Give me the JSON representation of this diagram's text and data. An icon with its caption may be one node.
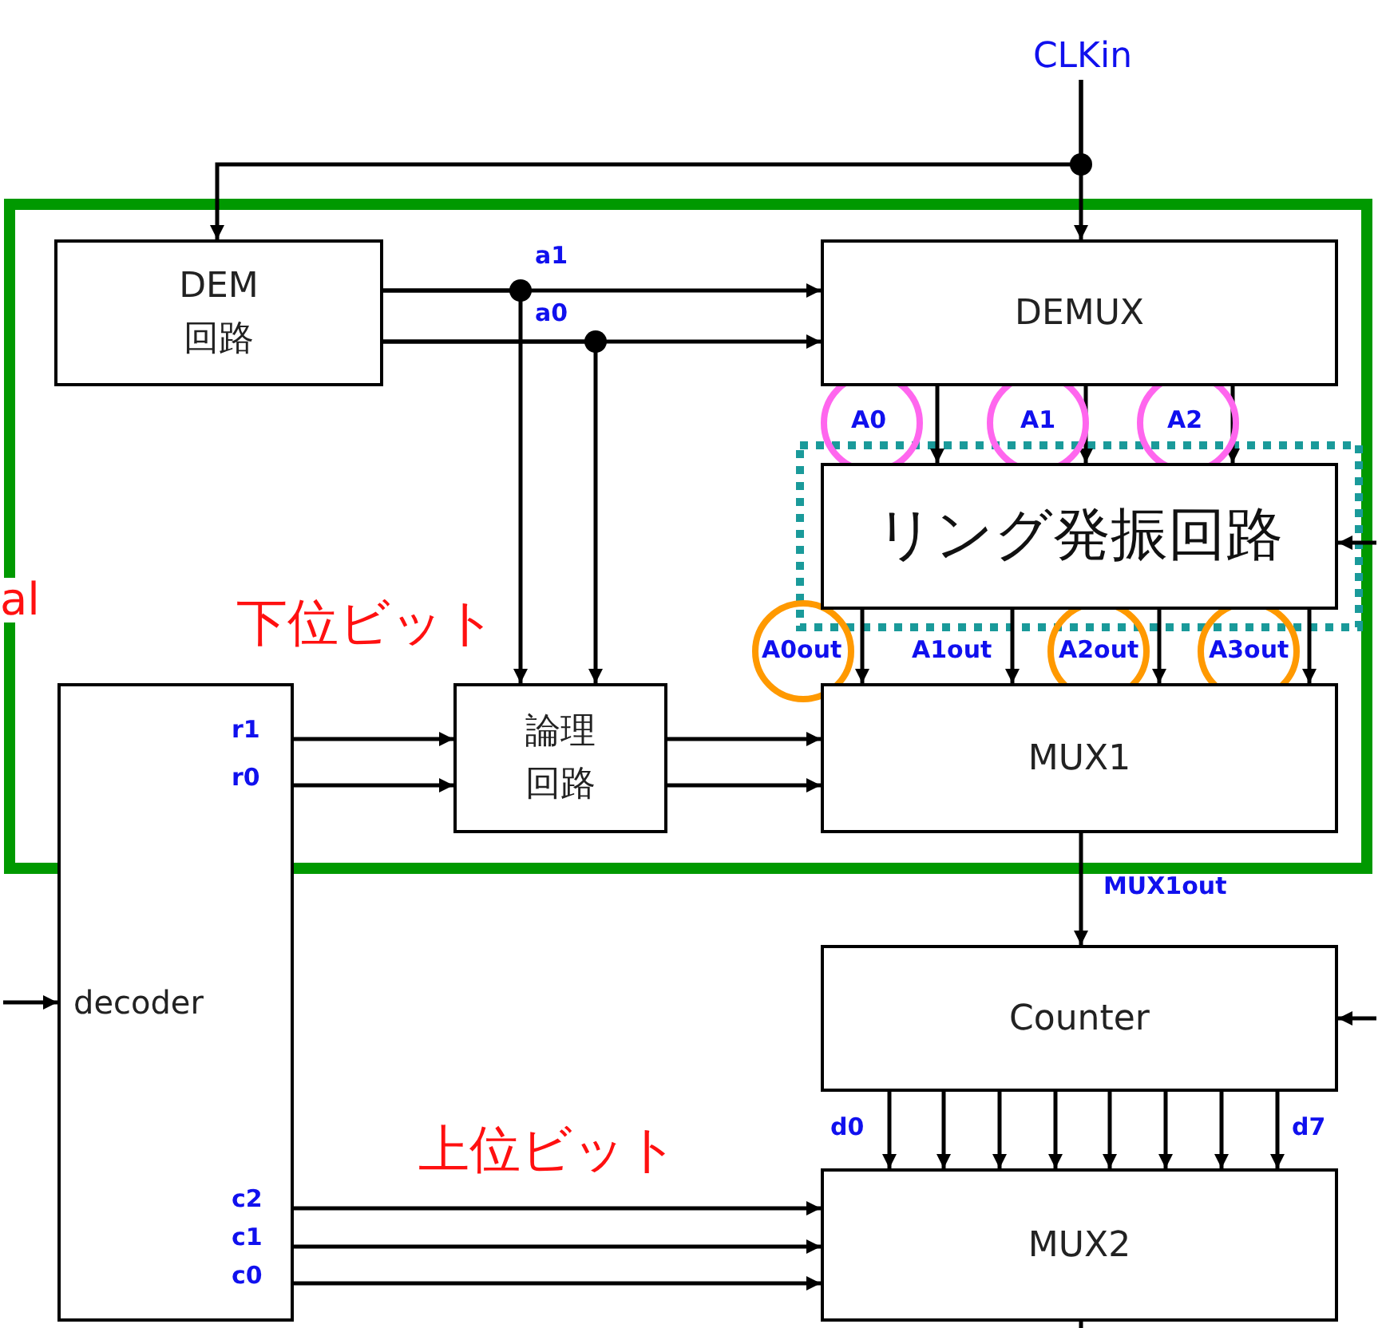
{
  "diagram": {
    "nodes": [
      {
        "text": [
          "DEM 回路"
        ]
      },
      {
        "text": [
          "DEMUX"
        ]
      },
      {
        "text": [
          "リング発振回路"
        ]
      },
      {
        "text": [
          "論理回路"
        ]
      },
      {
        "text": [
          "MUX1"
        ]
      },
      {
        "text": [
          "decoder"
        ]
      },
      {
        "text": [
          "Counter"
        ]
      },
      {
        "text": [
          "MUX2"
        ]
      },
      {
        "text": [
          "CLKin"
        ]
      }
    ],
    "edges": [
      {
        "from": 8,
        "to": 1,
        "arrow": "to"
      },
      {
        "from": 8,
        "to": 0,
        "arrow": "to"
      },
      {
        "from": 0,
        "to": 1,
        "arrow": "to",
        "label": "a1"
      },
      {
        "from": 0,
        "to": 1,
        "arrow": "to",
        "label": "a0"
      },
      {
        "from": 0,
        "to": 3,
        "arrow": "to"
      },
      {
        "from": 0,
        "to": 3,
        "arrow": "to"
      },
      {
        "from": 5,
        "to": 3,
        "arrow": "to",
        "label": "r1"
      },
      {
        "from": 5,
        "to": 3,
        "arrow": "to",
        "label": "r0"
      },
      {
        "from": 3,
        "to": 4,
        "arrow": "to"
      },
      {
        "from": 3,
        "to": 4,
        "arrow": "to"
      },
      {
        "from": 1,
        "to": 2,
        "arrow": "to",
        "label": "A0"
      },
      {
        "from": 1,
        "to": 2,
        "arrow": "to",
        "label": "A1"
      },
      {
        "from": 1,
        "to": 2,
        "arrow": "to",
        "label": "A2"
      },
      {
        "from": 2,
        "to": 4,
        "arrow": "to",
        "label": "A0out"
      },
      {
        "from": 2,
        "to": 4,
        "arrow": "to",
        "label": "A1out"
      },
      {
        "from": 2,
        "to": 4,
        "arrow": "to",
        "label": "A2out"
      },
      {
        "from": 2,
        "to": 4,
        "arrow": "to",
        "label": "A3out"
      },
      {
        "from": 4,
        "to": 6,
        "arrow": "to",
        "label": "MUX1out"
      },
      {
        "from": 6,
        "to": 7,
        "arrow": "to",
        "label": "d0"
      },
      {
        "from": 6,
        "to": 7,
        "arrow": "to"
      },
      {
        "from": 6,
        "to": 7,
        "arrow": "to"
      },
      {
        "from": 6,
        "to": 7,
        "arrow": "to"
      },
      {
        "from": 6,
        "to": 7,
        "arrow": "to"
      },
      {
        "from": 6,
        "to": 7,
        "arrow": "to"
      },
      {
        "from": 6,
        "to": 7,
        "arrow": "to"
      },
      {
        "from": 6,
        "to": 7,
        "arrow": "to",
        "label": "d7"
      },
      {
        "from": 5,
        "to": 7,
        "arrow": "to",
        "label": "c2"
      },
      {
        "from": 5,
        "to": 7,
        "arrow": "to",
        "label": "c1"
      },
      {
        "from": 5,
        "to": 7,
        "arrow": "to",
        "label": "c0"
      },
      {
        "from": null,
        "to": 2,
        "arrow": "to"
      },
      {
        "from": null,
        "to": 6,
        "arrow": "to"
      },
      {
        "from": null,
        "to": 5,
        "arrow": "to"
      },
      {
        "from": 7,
        "to": null,
        "arrow": "none"
      }
    ],
    "labels": [
      "al",
      "下位ビット",
      "上位ビット"
    ]
  }
}
